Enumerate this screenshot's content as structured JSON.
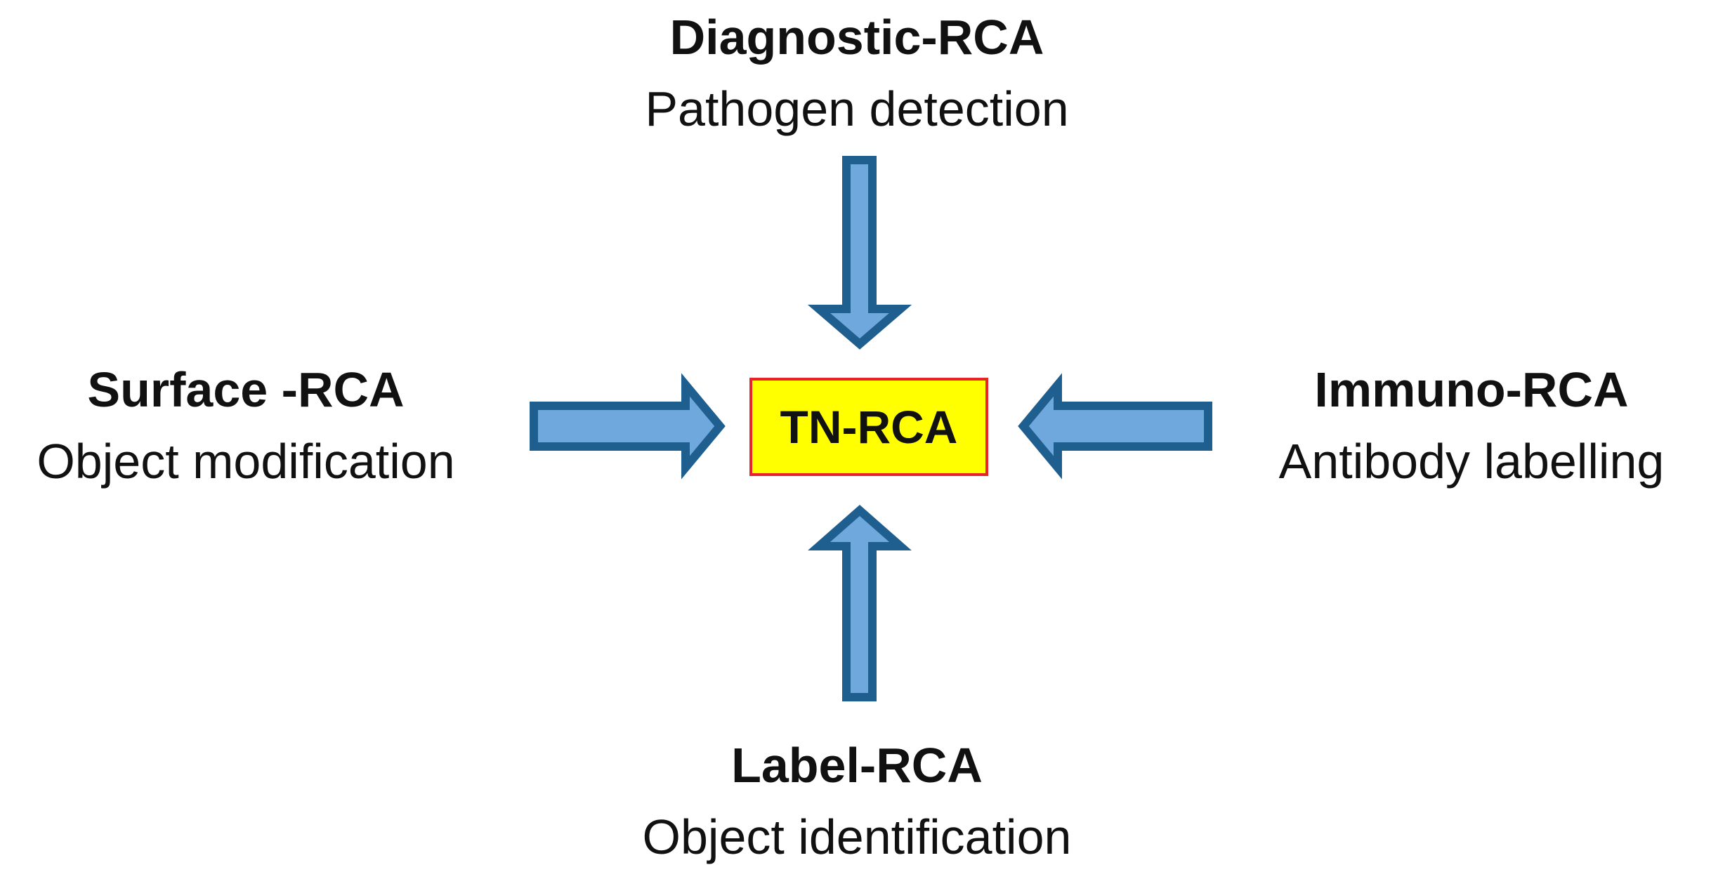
{
  "colors": {
    "arrow_fill": "#6fa8dc",
    "arrow_stroke": "#1f5f8f",
    "center_fill": "#ffff00",
    "center_border": "#e8232a"
  },
  "center": {
    "label": "TN-RCA"
  },
  "nodes": {
    "top": {
      "title": "Diagnostic-RCA",
      "subtitle": "Pathogen detection"
    },
    "left": {
      "title": "Surface -RCA",
      "subtitle": "Object modification"
    },
    "right": {
      "title": "Immuno-RCA",
      "subtitle": "Antibody labelling"
    },
    "bottom": {
      "title": "Label-RCA",
      "subtitle": "Object identification"
    }
  },
  "arrows": [
    {
      "from": "top",
      "to": "center",
      "icon": "arrow-down-icon"
    },
    {
      "from": "left",
      "to": "center",
      "icon": "arrow-right-icon"
    },
    {
      "from": "right",
      "to": "center",
      "icon": "arrow-left-icon"
    },
    {
      "from": "bottom",
      "to": "center",
      "icon": "arrow-up-icon"
    }
  ]
}
